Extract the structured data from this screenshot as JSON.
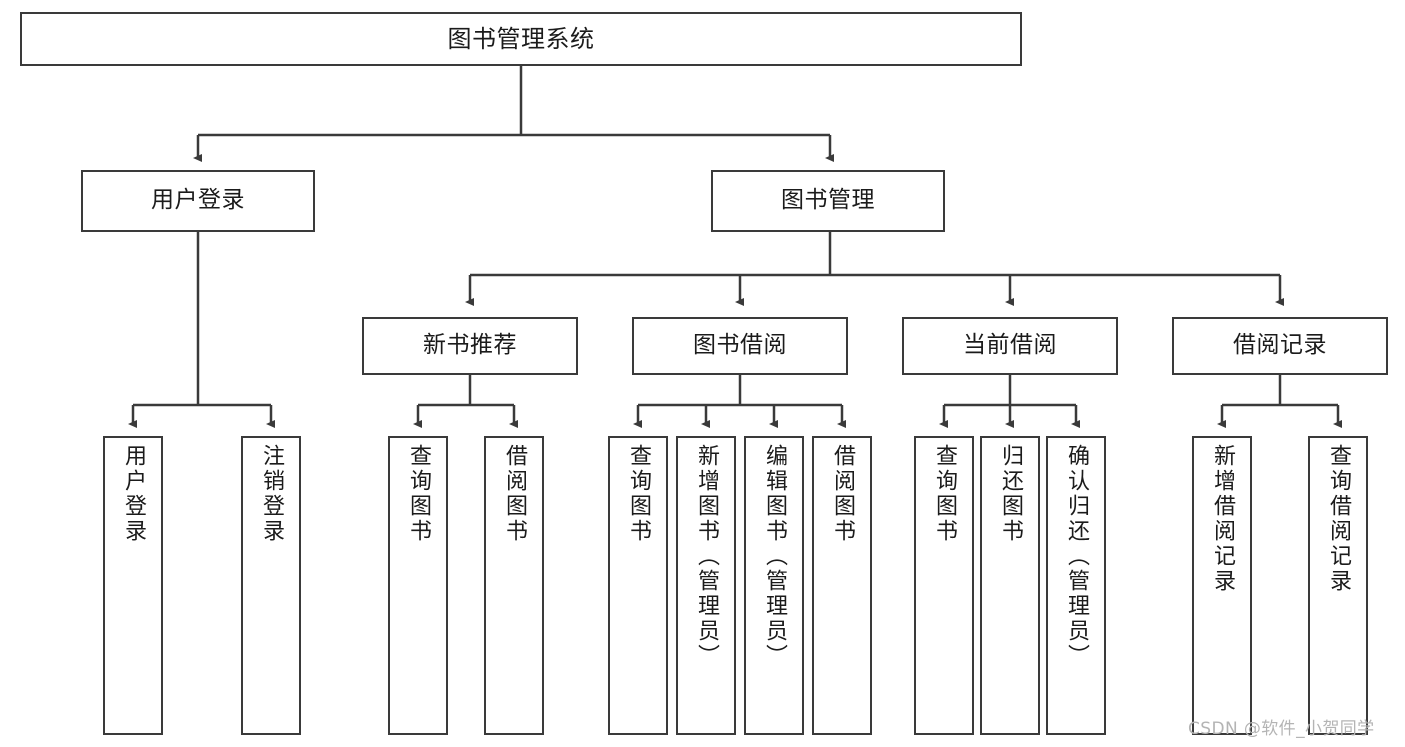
{
  "diagram": {
    "type": "tree",
    "title": "图书管理系统",
    "root": {
      "label": "图书管理系统"
    },
    "level2": [
      {
        "label": "用户登录"
      },
      {
        "label": "图书管理"
      }
    ],
    "level3": [
      {
        "label": "新书推荐"
      },
      {
        "label": "图书借阅"
      },
      {
        "label": "当前借阅"
      },
      {
        "label": "借阅记录"
      }
    ],
    "leaves": {
      "user_login": [
        {
          "label": "用户登录"
        },
        {
          "label": "注销登录"
        }
      ],
      "new_book_recommend": [
        {
          "label": "查询图书"
        },
        {
          "label": "借阅图书"
        }
      ],
      "book_borrow": [
        {
          "label": "查询图书"
        },
        {
          "label": "新增图书（管理员）"
        },
        {
          "label": "编辑图书（管理员）"
        },
        {
          "label": "借阅图书"
        }
      ],
      "current_borrow": [
        {
          "label": "查询图书"
        },
        {
          "label": "归还图书"
        },
        {
          "label": "确认归还（管理员）"
        }
      ],
      "borrow_record": [
        {
          "label": "新增借阅记录"
        },
        {
          "label": "查询借阅记录"
        }
      ]
    }
  },
  "watermark": {
    "text": "CSDN @软件_小贺同学"
  },
  "colors": {
    "stroke": "#3a3a3a",
    "background": "#ffffff",
    "text": "#1b1b1b",
    "watermark": "#b4b4b4"
  }
}
